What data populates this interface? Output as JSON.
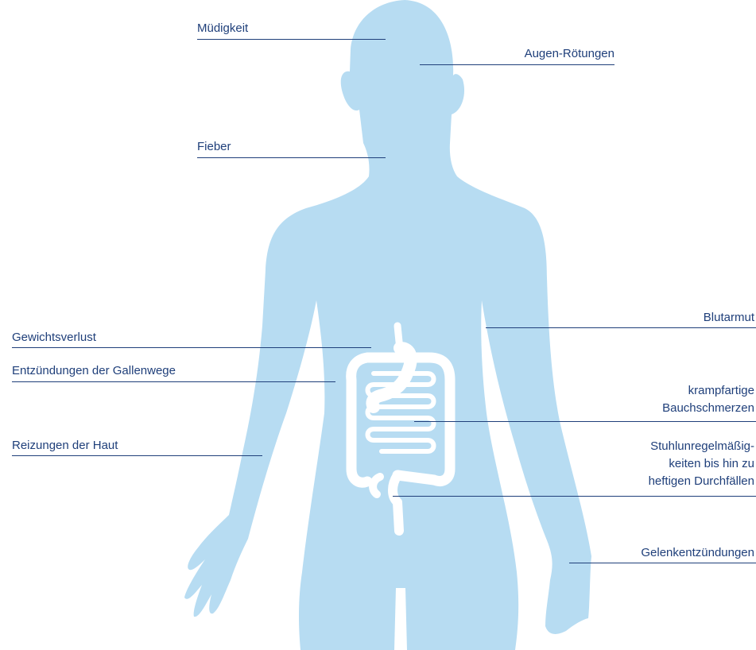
{
  "colors": {
    "body_fill": "#b7dcf2",
    "organ_fill": "#ffffff",
    "label_text": "#1f3f7a",
    "leader_line": "#1f3f7a"
  },
  "figure": {
    "icon": "human-body-silhouette",
    "organ_icon": "stomach-intestine-icon"
  },
  "labels": {
    "muedigkeit": "Müdigkeit",
    "augen": "Augen-Rötungen",
    "fieber": "Fieber",
    "gewicht": "Gewichtsverlust",
    "gallenwege": "Entzündungen der Gallenwege",
    "haut": "Reizungen der Haut",
    "blutarmut": "Blutarmut",
    "bauch_1": "krampfartige",
    "bauch_2": "Bauchschmerzen",
    "stuhl_1": "Stuhlunregelmäßig-",
    "stuhl_2": "keiten bis hin zu",
    "stuhl_3": "heftigen Durchfällen",
    "gelenk": "Gelenkentzündungen"
  }
}
